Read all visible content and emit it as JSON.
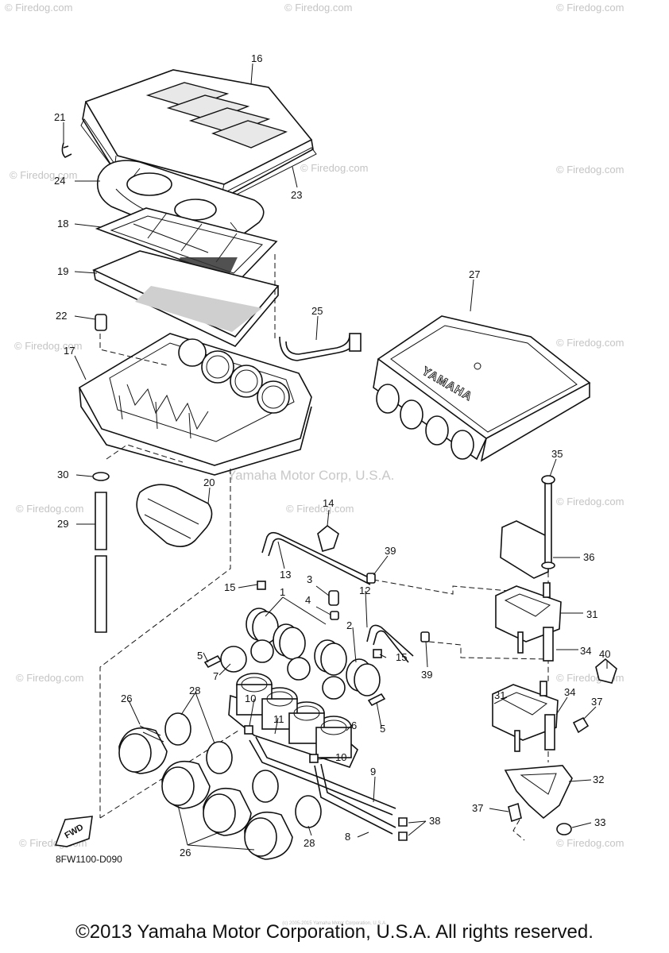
{
  "watermarks": {
    "corner": "© Firedog.com",
    "center": "Yamaha Motor Corp, U.S.A."
  },
  "callouts": {
    "n1": "1",
    "n2": "2",
    "n3": "3",
    "n4": "4",
    "n5": "5",
    "n6": "6",
    "n7": "7",
    "n8": "8",
    "n9": "9",
    "n10": "10",
    "n11": "11",
    "n12": "12",
    "n13": "13",
    "n14": "14",
    "n15": "15",
    "n16": "16",
    "n17": "17",
    "n18": "18",
    "n19": "19",
    "n20": "20",
    "n21": "21",
    "n22": "22",
    "n23": "23",
    "n24": "24",
    "n25": "25",
    "n26": "26",
    "n27": "27",
    "n28": "28",
    "n29": "29",
    "n30": "30",
    "n31": "31",
    "n32": "32",
    "n33": "33",
    "n34": "34",
    "n35": "35",
    "n36": "36",
    "n37": "37",
    "n38": "38",
    "n39": "39",
    "n40": "40"
  },
  "cover_text": "YAMAHA",
  "fwd_label": "FWD",
  "diagram_code": "8FW1100-D090",
  "fine_print": "(c) 2005-2015 Yamaha Motor Corporation, U.S.A.",
  "copyright": "©2013 Yamaha Motor Corporation, U.S.A. All rights reserved."
}
